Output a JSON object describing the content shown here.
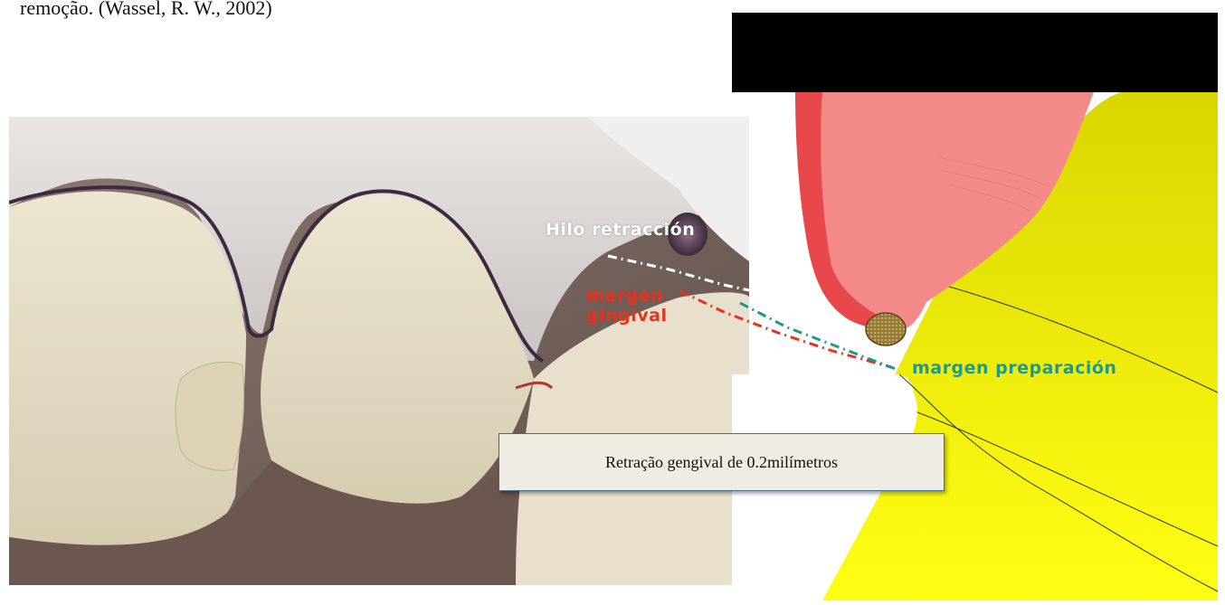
{
  "document": {
    "caption_fragment": "remoção. (Wassel, R. W., 2002)"
  },
  "photo": {
    "labels": {
      "hilo_retraccion": "Hilo retracción",
      "margen_gingival_line1": "margen",
      "margen_gingival_line2": "gingival"
    },
    "colors": {
      "label_white": "#ffffff",
      "label_red": "#e8321e",
      "label_teal": "#1f9a8a"
    }
  },
  "diagram": {
    "labels": {
      "margen_preparacion": "margen preparación"
    },
    "colors": {
      "gingiva": "#f48a87",
      "gingiva_edge": "#e8474b",
      "tooth": "#f2ee00",
      "thread": "#9a7b35",
      "header_bar": "#000000"
    }
  },
  "callout": {
    "text": "Retração gengival de 0.2milímetros"
  }
}
